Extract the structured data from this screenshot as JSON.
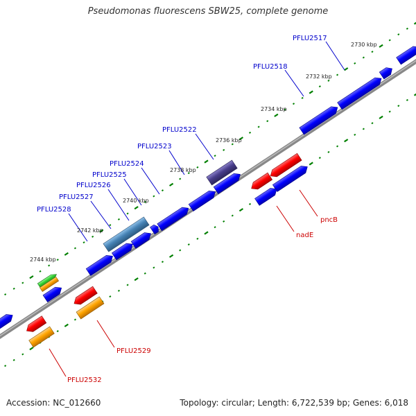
{
  "title": "Pseudomonas fluorescens SBW25, complete genome",
  "footer": {
    "accession": "Accession: NC_012660",
    "summary": "Topology: circular; Length: 6,722,539 bp; Genes: 6,018"
  },
  "colors": {
    "cds_forward": "#0000ff",
    "cds_reverse_red": "#ff0000",
    "cds_reverse_orange": "#ffa500",
    "cds_green": "#33cc33",
    "highlight_steelblue": "#4682b4",
    "highlight_purple": "#483d8b",
    "backbone": "#808080",
    "tick": "#008000",
    "label_forward": "#0000cc",
    "label_reverse": "#cc0000"
  },
  "kbp_labels": [
    "2730 kbp",
    "2732 kbp",
    "2734 kbp",
    "2736 kbp",
    "2738 kbp",
    "2740 kbp",
    "2742 kbp",
    "2744 kbp"
  ],
  "forward_labels": [
    "PFLU2517",
    "PFLU2518",
    "PFLU2522",
    "PFLU2523",
    "PFLU2524",
    "PFLU2525",
    "PFLU2526",
    "PFLU2527",
    "PFLU2528"
  ],
  "reverse_labels": [
    "pncB",
    "nadE",
    "PFLU2529",
    "PFLU2532"
  ]
}
